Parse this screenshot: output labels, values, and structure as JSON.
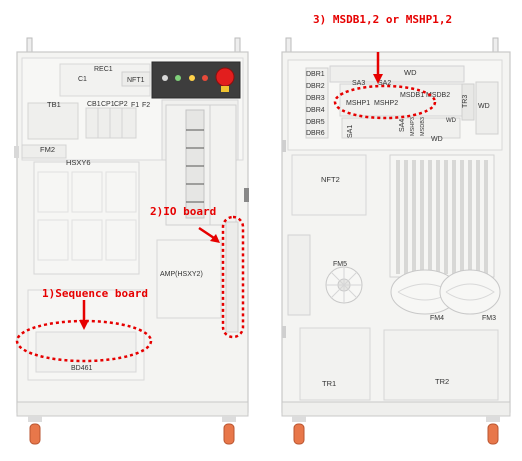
{
  "colors": {
    "annotation": "#e60000",
    "cabinet": "#f4f4f2",
    "outline": "#c8c8c8",
    "caster": "#e8774a"
  },
  "annotations": {
    "sequence_board": "1)Sequence board",
    "io_board": "2)IO board",
    "msd": "3) MSDB1,2 or MSHP1,2"
  },
  "left_cabinet": {
    "rec1": "REC1",
    "c1": "C1",
    "nft1": "NFT1",
    "tb1": "TB1",
    "cb1": "CB1",
    "cp1": "CP1",
    "cp2": "CP2",
    "f1": "F1",
    "f2": "F2",
    "fm2": "FM2",
    "hsxy6": "HSXY6",
    "amp": "AMP(HSXY2)",
    "bd461": "BD461"
  },
  "right_cabinet": {
    "dbr1": "DBR1",
    "dbr2": "DBR2",
    "dbr3": "DBR3",
    "dbr4": "DBR4",
    "dbr5": "DBR5",
    "dbr6": "DBR6",
    "wd_top": "WD",
    "sa3": "SA3",
    "sa2": "SA2",
    "mshp1": "MSHP1",
    "mshp2": "MSHP2",
    "msdb1": "MSDB1",
    "msdb2": "MSDB2",
    "sa1": "SA1",
    "sa4": "SA4",
    "mshp3": "MSHP3",
    "msdb3": "MSDB3",
    "wd_small": "WD",
    "tr3": "TR3",
    "wd_right": "WD",
    "wd_bottom": "WD",
    "nft2": "NFT2",
    "fm5": "FM5",
    "fm4": "FM4",
    "fm3": "FM3",
    "tr1": "TR1",
    "tr2": "TR2"
  }
}
